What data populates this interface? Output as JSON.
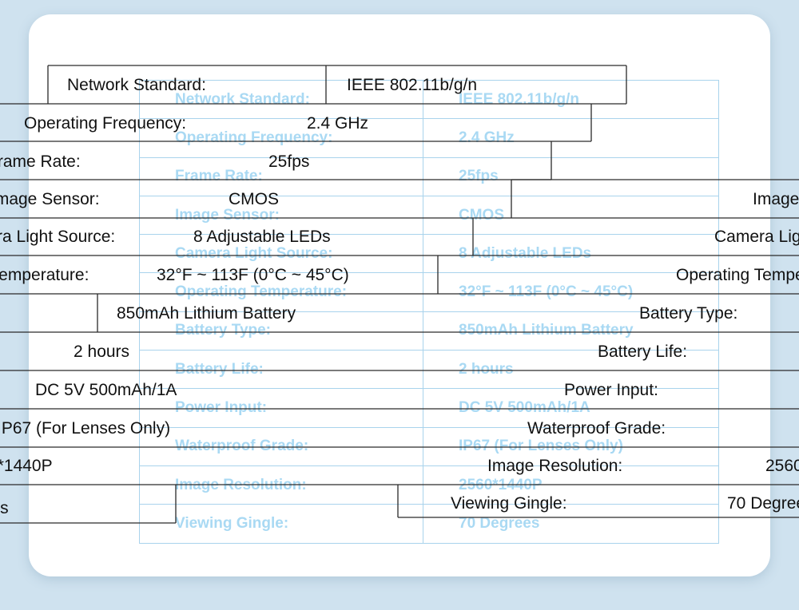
{
  "specs": [
    {
      "label": "Network Standard:",
      "value": "IEEE 802.11b/g/n"
    },
    {
      "label": "Operating Frequency:",
      "value": "2.4 GHz"
    },
    {
      "label": "Frame Rate:",
      "value": "25fps"
    },
    {
      "label": "Image Sensor:",
      "value": "CMOS"
    },
    {
      "label": "Camera Light Source:",
      "value": "8 Adjustable LEDs"
    },
    {
      "label": "Operating Temperature:",
      "value": "32°F ~ 113F (0°C ~ 45°C)"
    },
    {
      "label": "Battery Type:",
      "value": "850mAh Lithium Battery"
    },
    {
      "label": "Battery Life:",
      "value": "2 hours"
    },
    {
      "label": "Power Input:",
      "value": "DC 5V 500mAh/1A"
    },
    {
      "label": "Waterproof Grade:",
      "value": "IP67 (For Lenses Only)"
    },
    {
      "label": "Image Resolution:",
      "value": "2560*1440P"
    },
    {
      "label": "Viewing Gingle:",
      "value": "70 Degrees"
    }
  ],
  "colors": {
    "background": "#cfe2ef",
    "card": "#ffffff",
    "ghost_text": "#a9d9f3",
    "grid_line": "#a9d3ec",
    "overlay_text": "#111111"
  }
}
